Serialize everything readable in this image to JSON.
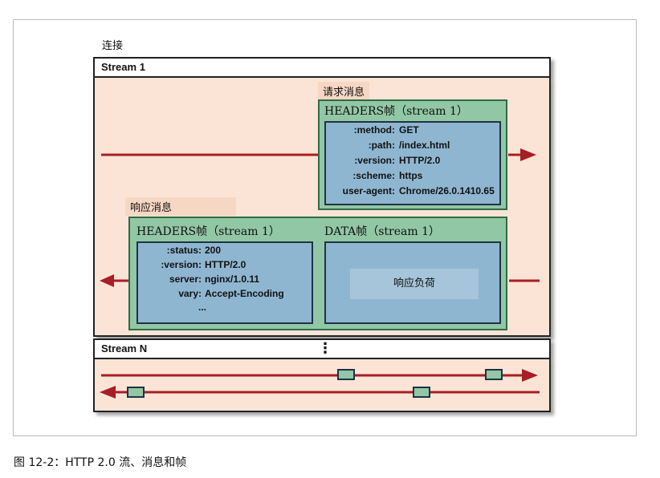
{
  "diagram": {
    "connection_label": "连接",
    "stream1": {
      "label": "Stream 1",
      "request": {
        "message_label": "请求消息",
        "headers_title": "HEADERS帧（stream 1）",
        "headers": [
          {
            "key": ":method:",
            "value": "GET"
          },
          {
            "key": ":path:",
            "value": "/index.html"
          },
          {
            "key": ":version:",
            "value": "HTTP/2.0"
          },
          {
            "key": ":scheme:",
            "value": "https"
          },
          {
            "key": "user-agent:",
            "value": "Chrome/26.0.1410.65"
          }
        ]
      },
      "response": {
        "message_label": "响应消息",
        "headers_title": "HEADERS帧（stream 1）",
        "headers": [
          {
            "key": ":status:",
            "value": "200"
          },
          {
            "key": ":version:",
            "value": "HTTP/2.0"
          },
          {
            "key": "server:",
            "value": "nginx/1.0.11"
          },
          {
            "key": "vary:",
            "value": "Accept-Encoding"
          },
          {
            "key": "",
            "value": "..."
          }
        ],
        "data_title": "DATA帧（stream 1）",
        "payload_label": "响应负荷"
      }
    },
    "streamN": {
      "label": "Stream N",
      "ellipsis": "⋮"
    },
    "colors": {
      "arrow": "#a71f24",
      "stream_fill": "#fbe4d5",
      "frame_green": "#92c7a5",
      "headers_blue": "#8fb6d1"
    }
  },
  "caption": "图 12-2：HTTP 2.0 流、消息和帧"
}
